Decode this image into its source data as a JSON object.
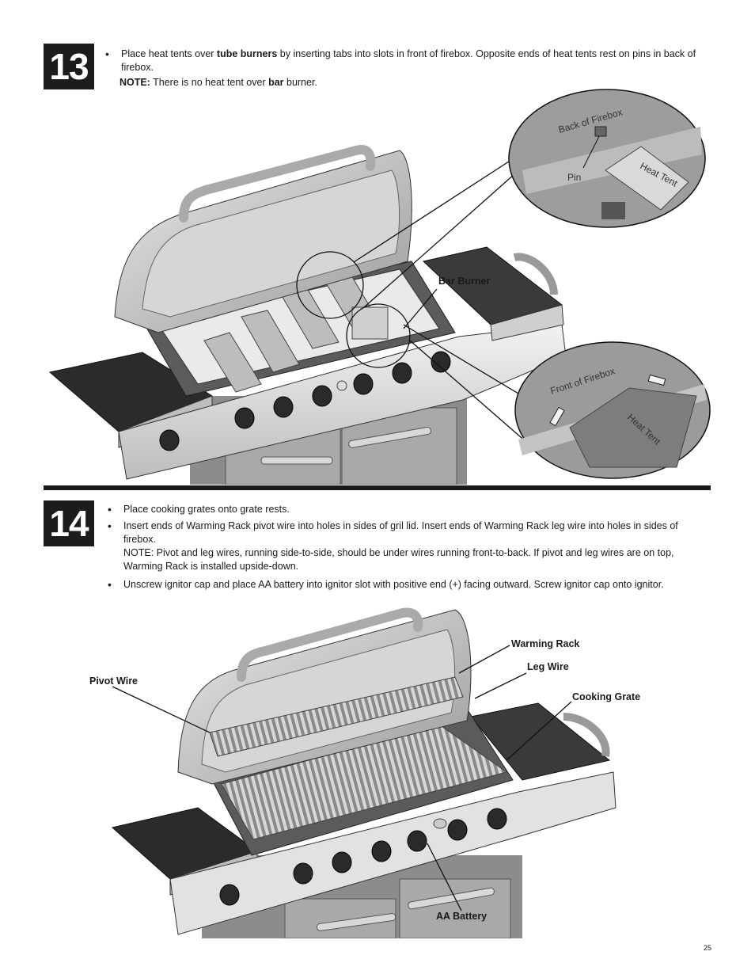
{
  "step13": {
    "number": "13",
    "line1_pre": "Place heat tents over ",
    "line1_bold": "tube burners",
    "line1_post": " by inserting tabs into slots in front of firebox. Opposite ends of heat tents rest on pins in back of",
    "line2": "firebox.",
    "note_label": "NOTE:",
    "note_pre": " There is no heat tent over ",
    "note_bold": "bar",
    "note_post": " burner.",
    "callouts": {
      "back_of_firebox": "Back of Firebox",
      "pin": "Pin",
      "heat_tent_top": "Heat Tent",
      "bar_burner": "Bar Burner",
      "front_of_firebox": "Front of Firebox",
      "heat_tent_bottom": "Heat Tent"
    }
  },
  "step14": {
    "number": "14",
    "b1": "Place cooking grates onto grate rests.",
    "b2_line1": "Insert ends of Warming Rack pivot wire into holes in sides of gril lid. Insert ends of Warming Rack leg wire into holes in sides of",
    "b2_line2": "firebox.",
    "b2_note1": "NOTE: Pivot and leg wires, running side-to-side, should be under wires running front-to-back. If pivot and leg wires are on top,",
    "b2_note2": "Warming Rack is installed upside-down.",
    "b3": "Unscrew ignitor cap and place AA battery into ignitor slot with positive end (+) facing outward. Screw ignitor cap onto ignitor.",
    "callouts": {
      "warming_rack": "Warming Rack",
      "leg_wire": "Leg Wire",
      "pivot_wire": "Pivot Wire",
      "cooking_grate": "Cooking Grate",
      "aa_battery": "AA Battery"
    }
  },
  "page_number": "25"
}
